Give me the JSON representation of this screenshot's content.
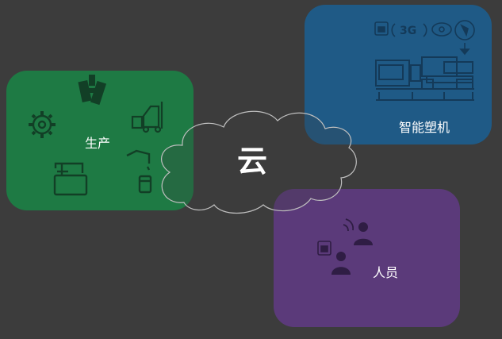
{
  "cloud": {
    "label": "云"
  },
  "nodes": [
    {
      "id": "production",
      "label": "生产",
      "color": "#1e7a44"
    },
    {
      "id": "smart-molding",
      "label": "智能塑机",
      "color": "#1f5a86",
      "badges": [
        "3G"
      ]
    },
    {
      "id": "personnel",
      "label": "人员",
      "color": "#5b3a7a"
    }
  ],
  "icons": {
    "production": [
      "gear-icon",
      "robot-arm-icon",
      "forklift-icon",
      "sewing-machine-icon",
      "faucet-can-icon"
    ],
    "smart-molding": [
      "router-icon",
      "signal-3g-icon",
      "wifi-icon",
      "gps-pin-icon",
      "injection-molding-machine-icon"
    ],
    "personnel": [
      "wireless-person-icon",
      "router-icon",
      "person-icon"
    ]
  }
}
